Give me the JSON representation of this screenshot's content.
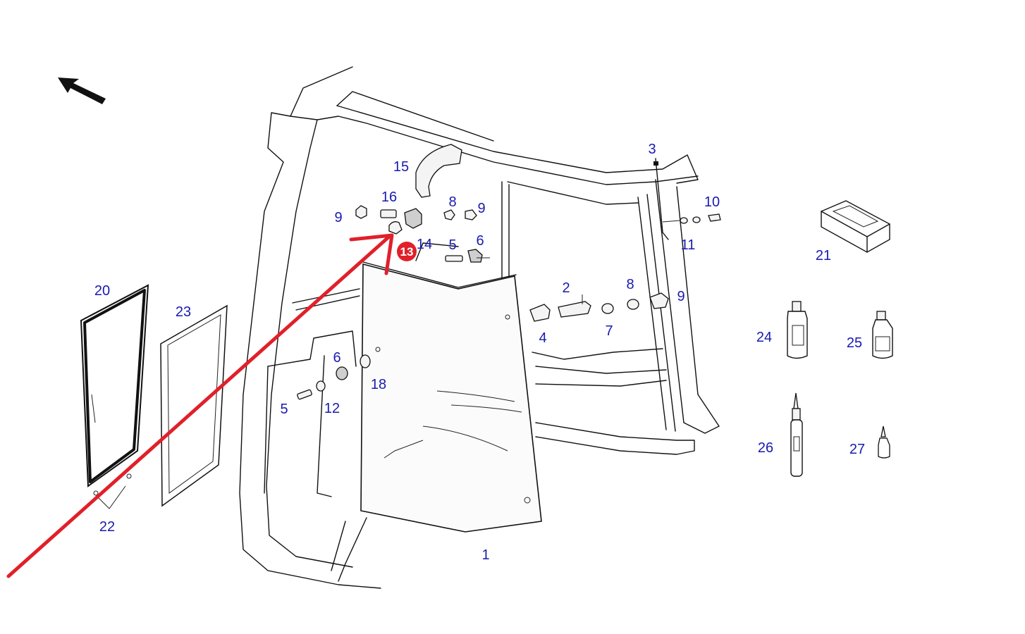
{
  "colors": {
    "label": "#1a1ab0",
    "arrow": "#e0202a",
    "highlight_badge": "#e0202a",
    "line": "#111111",
    "background": "#ffffff"
  },
  "highlight": {
    "part_number": "13"
  },
  "labels": {
    "p1": "1",
    "p2": "2",
    "p3": "3",
    "p4": "4",
    "p5a": "5",
    "p5b": "5",
    "p6a": "6",
    "p6b": "6",
    "p7": "7",
    "p8a": "8",
    "p8b": "8",
    "p9a": "9",
    "p9b": "9",
    "p9c": "9",
    "p10": "10",
    "p11": "11",
    "p12": "12",
    "p14": "14",
    "p15": "15",
    "p16": "16",
    "p18": "18",
    "p20": "20",
    "p21": "21",
    "p22": "22",
    "p23": "23",
    "p24": "24",
    "p25": "25",
    "p26": "26",
    "p27": "27"
  },
  "icons": {
    "direction": "direction-arrow-icon",
    "pointer": "red-pointer-arrow-icon"
  }
}
